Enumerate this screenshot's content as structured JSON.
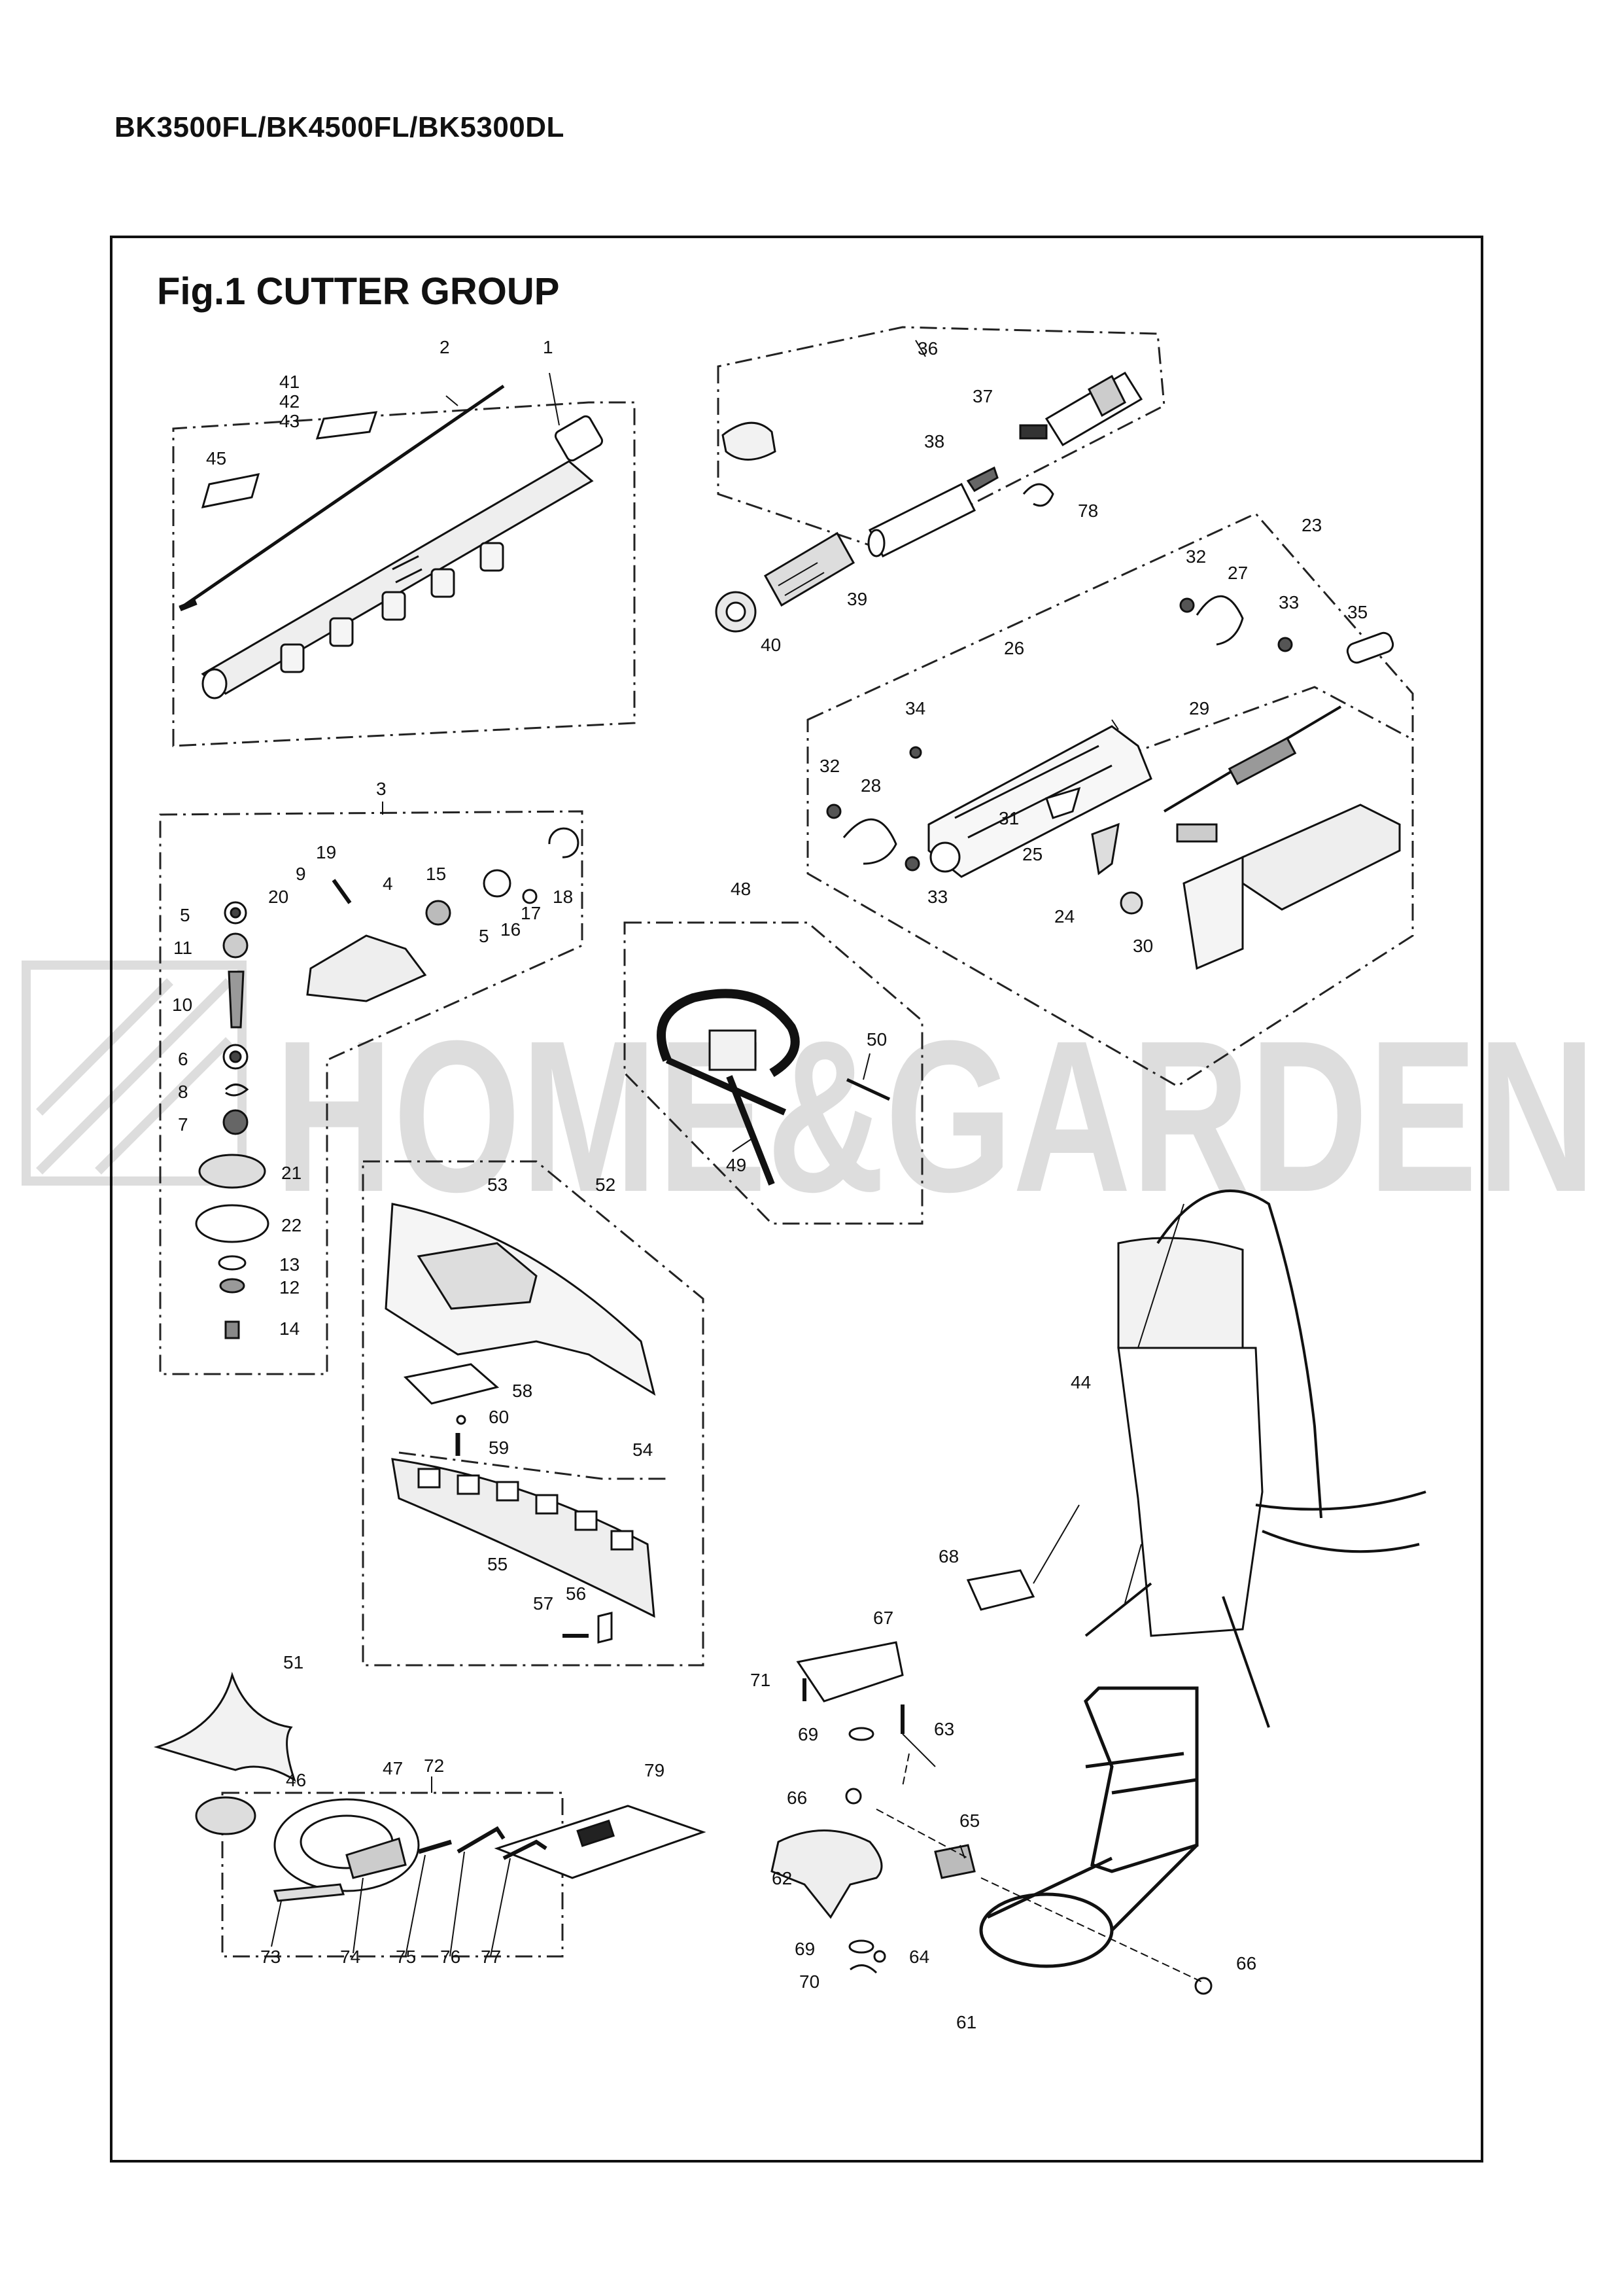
{
  "header": {
    "models": "BK3500FL/BK4500FL/BK5300DL"
  },
  "figure": {
    "title": "Fig.1  CUTTER GROUP"
  },
  "watermark": {
    "text": "HOME&GARDEN"
  },
  "labels": {
    "p1": "1",
    "p2": "2",
    "p3": "3",
    "p4": "4",
    "p5a": "5",
    "p5b": "5",
    "p6": "6",
    "p7": "7",
    "p8": "8",
    "p9": "9",
    "p10": "10",
    "p11": "11",
    "p12": "12",
    "p13": "13",
    "p14": "14",
    "p15": "15",
    "p16": "16",
    "p17": "17",
    "p18": "18",
    "p19": "19",
    "p20": "20",
    "p21": "21",
    "p22": "22",
    "p23": "23",
    "p24": "24",
    "p25": "25",
    "p26": "26",
    "p27": "27",
    "p28": "28",
    "p29": "29",
    "p30": "30",
    "p31": "31",
    "p32a": "32",
    "p32b": "32",
    "p33a": "33",
    "p33b": "33",
    "p34": "34",
    "p35": "35",
    "p36": "36",
    "p37": "37",
    "p38": "38",
    "p39": "39",
    "p40": "40",
    "p41": "41",
    "p42": "42",
    "p43": "43",
    "p44": "44",
    "p45": "45",
    "p46": "46",
    "p47": "47",
    "p48": "48",
    "p49": "49",
    "p50": "50",
    "p51": "51",
    "p52": "52",
    "p53": "53",
    "p54": "54",
    "p55": "55",
    "p56": "56",
    "p57": "57",
    "p58": "58",
    "p59": "59",
    "p60": "60",
    "p61": "61",
    "p62": "62",
    "p63": "63",
    "p64": "64",
    "p65": "65",
    "p66a": "66",
    "p66b": "66",
    "p67": "67",
    "p68": "68",
    "p69a": "69",
    "p69b": "69",
    "p70": "70",
    "p71": "71",
    "p72": "72",
    "p73": "73",
    "p74": "74",
    "p75": "75",
    "p76": "76",
    "p77": "77",
    "p78": "78",
    "p79": "79"
  }
}
